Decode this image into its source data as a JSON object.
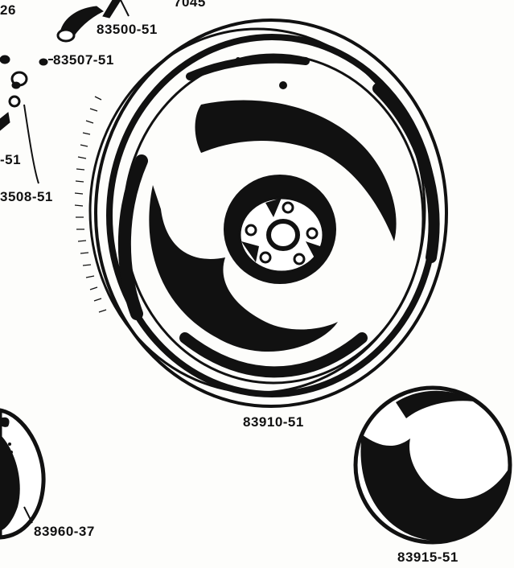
{
  "diagram": {
    "labels": {
      "top_left_partial": "26",
      "top_partial": "7045",
      "part_83500": "83500-51",
      "part_83507": "83507-51",
      "left_partial_51": "-51",
      "part_83508": "3508-51",
      "part_83910": "83910-51",
      "part_83960": "83960-37",
      "part_83915": "83915-51"
    },
    "colors": {
      "ink": "#111111",
      "paper": "#fdfdfb"
    }
  }
}
